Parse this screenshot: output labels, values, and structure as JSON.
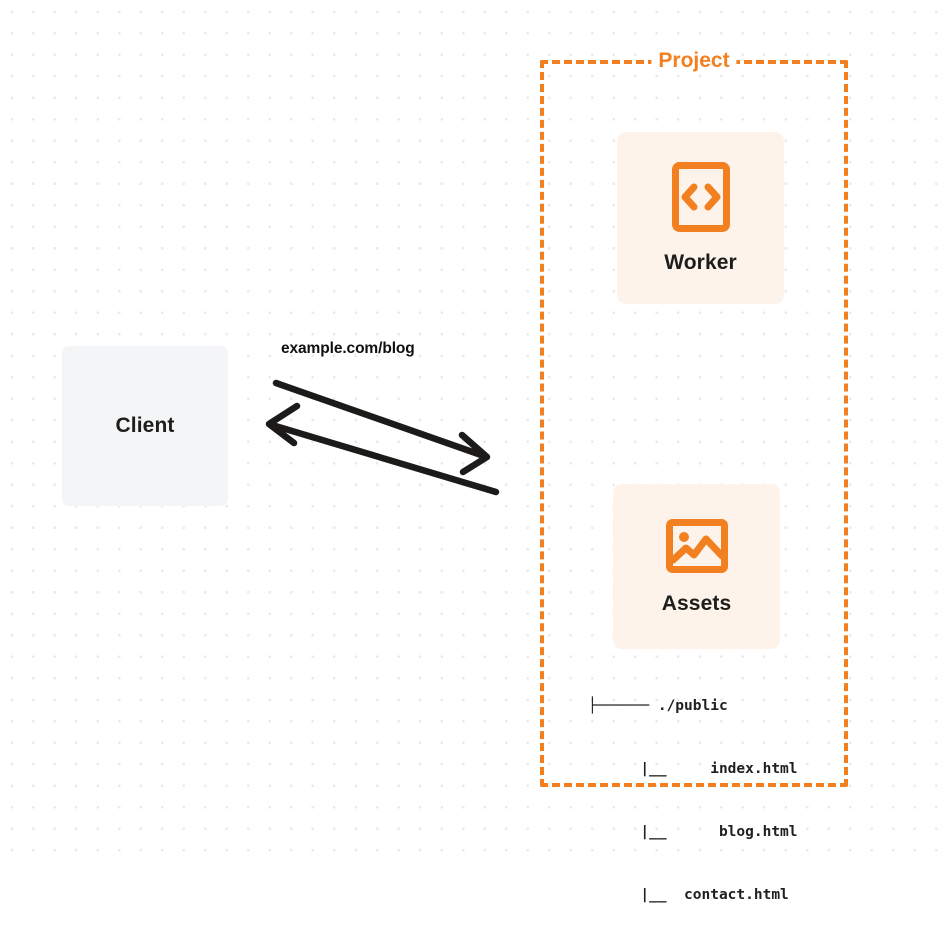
{
  "diagram": {
    "background": "dot-grid",
    "colors": {
      "accent_orange": "#f38020",
      "card_cream": "#fdf3ea",
      "client_gray": "#f4f5f7",
      "text_dark": "#1d1d1b",
      "grid_dot": "#e9eaec"
    },
    "client": {
      "label": "Client"
    },
    "project": {
      "title": "Project",
      "nodes": [
        {
          "label": "Worker",
          "icon": "code-brackets-icon"
        },
        {
          "label": "Assets",
          "icon": "image-icon"
        }
      ],
      "file_tree": {
        "lines": [
          "├────── ./public",
          "      |__     index.html",
          "      |__      blog.html",
          "      |__  contact.html"
        ],
        "root": "./public",
        "files": [
          "index.html",
          "blog.html",
          "contact.html"
        ]
      }
    },
    "edges": [
      {
        "label": "example.com/blog",
        "from": "Client",
        "to": "Project",
        "direction": "request"
      },
      {
        "label": "",
        "from": "Project",
        "to": "Client",
        "direction": "response"
      }
    ]
  }
}
